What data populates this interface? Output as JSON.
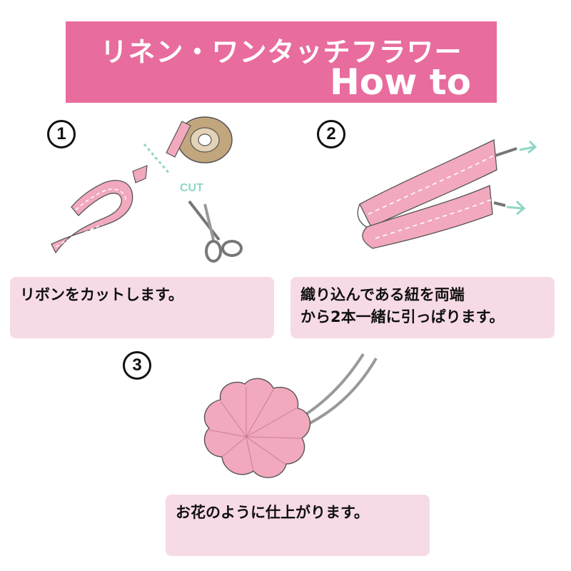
{
  "header": {
    "title": "リネン・ワンタッチフラワー",
    "subtitle": "How to"
  },
  "steps": [
    {
      "number": "1",
      "caption_lines": [
        "リボンをカットします。"
      ]
    },
    {
      "number": "2",
      "caption_lines": [
        "織り込んである紐を両端",
        "から2本一緒に引っぱります。"
      ]
    },
    {
      "number": "3",
      "caption_lines": [
        "お花のように仕上がります。"
      ]
    }
  ],
  "illustration": {
    "cut_label": "CUT"
  },
  "colors": {
    "header_bg": "#e86c9e",
    "caption_bg": "#f6dbe7",
    "ribbon_pink": "#f2a9bd",
    "accent_mint": "#8fd6c6"
  }
}
